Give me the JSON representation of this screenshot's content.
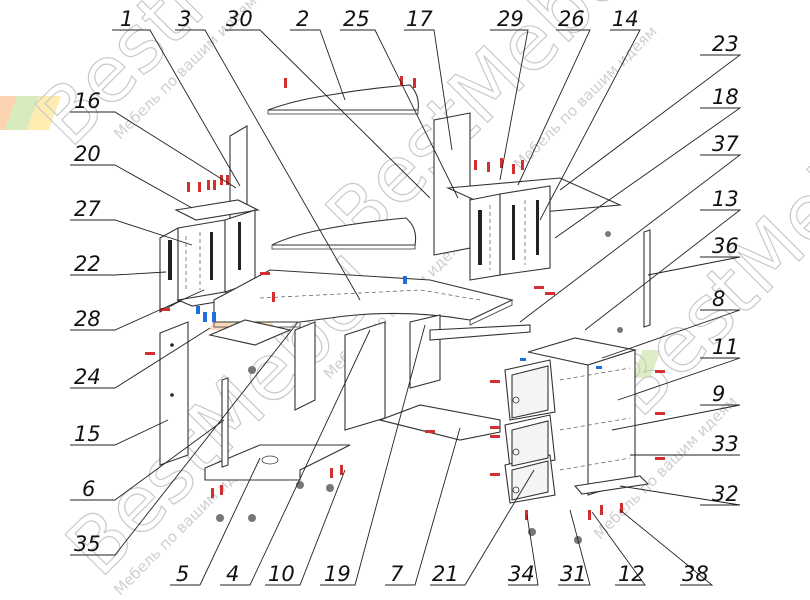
{
  "watermark": {
    "brand": "BestMebel",
    "tagline": "Мебель по вашим идеям",
    "colors": {
      "green": "#8dc63f",
      "yellow": "#ffd54f",
      "orange": "#f58220"
    }
  },
  "part_labels": [
    {
      "id": "1",
      "text": "1"
    },
    {
      "id": "3",
      "text": "3"
    },
    {
      "id": "30",
      "text": "30"
    },
    {
      "id": "2",
      "text": "2"
    },
    {
      "id": "25",
      "text": "25"
    },
    {
      "id": "17",
      "text": "17"
    },
    {
      "id": "29",
      "text": "29"
    },
    {
      "id": "26",
      "text": "26"
    },
    {
      "id": "14",
      "text": "14"
    },
    {
      "id": "23",
      "text": "23"
    },
    {
      "id": "18",
      "text": "18"
    },
    {
      "id": "37",
      "text": "37"
    },
    {
      "id": "13",
      "text": "13"
    },
    {
      "id": "36",
      "text": "36"
    },
    {
      "id": "8",
      "text": "8"
    },
    {
      "id": "11",
      "text": "11"
    },
    {
      "id": "9",
      "text": "9"
    },
    {
      "id": "33",
      "text": "33"
    },
    {
      "id": "32",
      "text": "32"
    },
    {
      "id": "16",
      "text": "16"
    },
    {
      "id": "20",
      "text": "20"
    },
    {
      "id": "27",
      "text": "27"
    },
    {
      "id": "22",
      "text": "22"
    },
    {
      "id": "28",
      "text": "28"
    },
    {
      "id": "24",
      "text": "24"
    },
    {
      "id": "15",
      "text": "15"
    },
    {
      "id": "6",
      "text": "6"
    },
    {
      "id": "35",
      "text": "35"
    },
    {
      "id": "5",
      "text": "5"
    },
    {
      "id": "4",
      "text": "4"
    },
    {
      "id": "10",
      "text": "10"
    },
    {
      "id": "19",
      "text": "19"
    },
    {
      "id": "7",
      "text": "7"
    },
    {
      "id": "21",
      "text": "21"
    },
    {
      "id": "34",
      "text": "34"
    },
    {
      "id": "31",
      "text": "31"
    },
    {
      "id": "12",
      "text": "12"
    },
    {
      "id": "38",
      "text": "38"
    }
  ]
}
